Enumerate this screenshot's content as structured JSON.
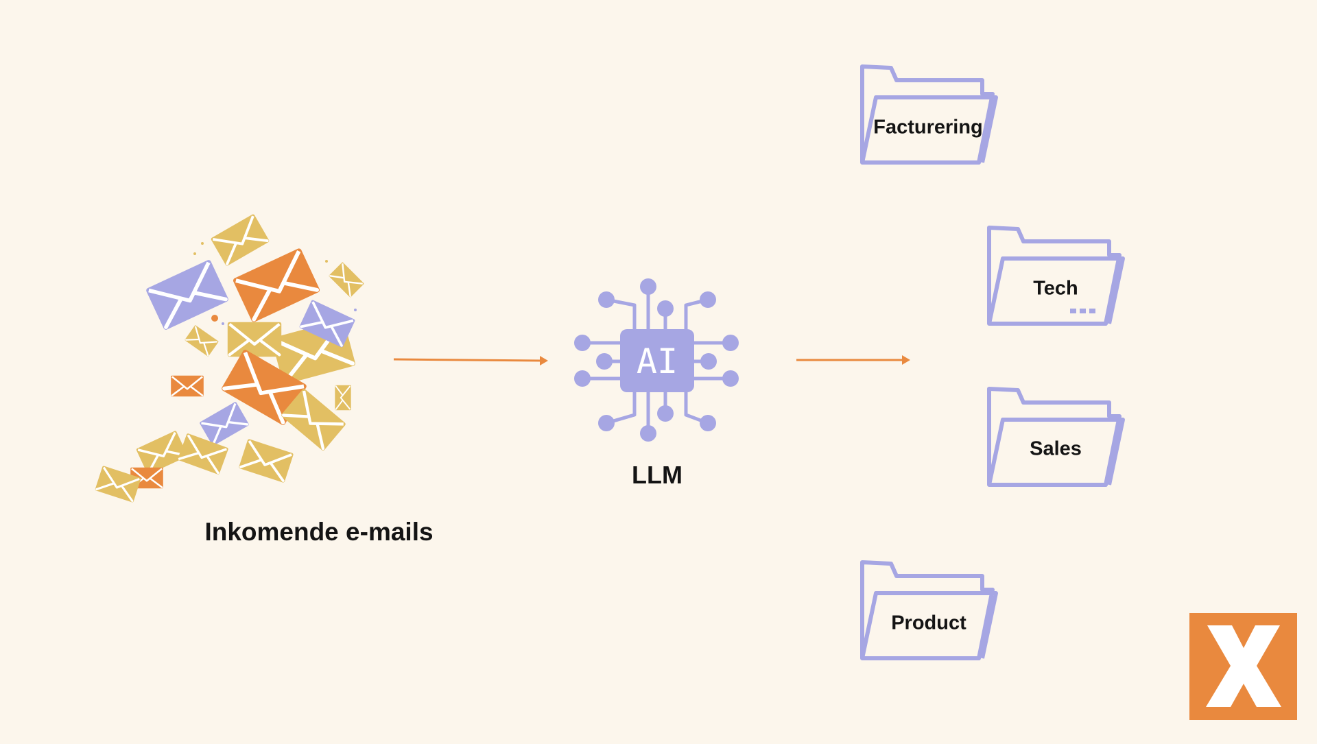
{
  "colors": {
    "background": "#fcf6ec",
    "lavender": "#a6a6e3",
    "orange": "#e9893e",
    "gold": "#e2bf63",
    "text": "#141414"
  },
  "emails": {
    "label": "Inkomende e-mails",
    "icon": "envelope-pile-icon"
  },
  "llm": {
    "label": "LLM",
    "chip_text": "AI",
    "icon": "ai-chip-icon"
  },
  "folders": [
    {
      "id": "facturering",
      "label": "Facturering"
    },
    {
      "id": "tech",
      "label": "Tech"
    },
    {
      "id": "sales",
      "label": "Sales"
    },
    {
      "id": "product",
      "label": "Product"
    }
  ],
  "logo": {
    "icon": "x-logo",
    "letter": "X"
  }
}
